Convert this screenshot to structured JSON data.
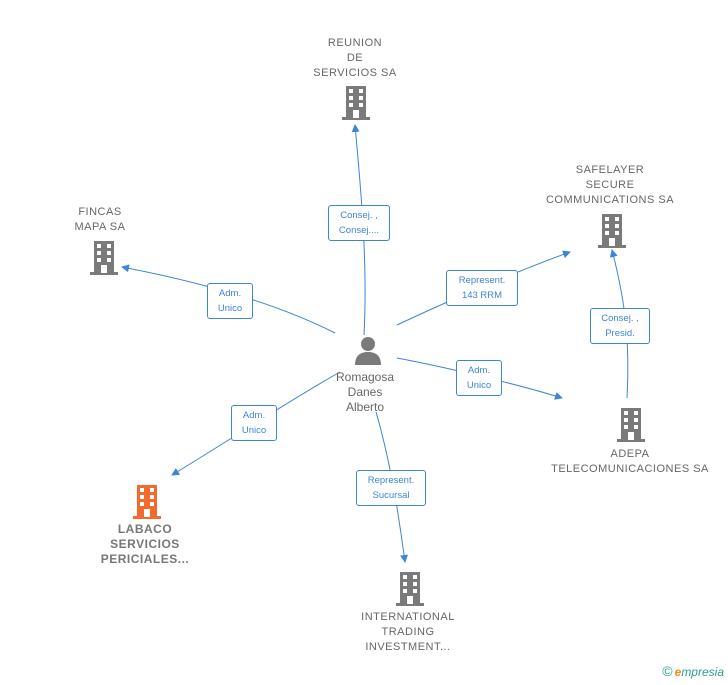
{
  "center": {
    "name": [
      "Romagosa",
      "Danes",
      "Alberto"
    ]
  },
  "nodes": {
    "reunion": [
      "REUNION",
      "DE",
      "SERVICIOS SA"
    ],
    "safelayer": [
      "SAFELAYER",
      "SECURE",
      "COMMUNICATIONS SA"
    ],
    "fincas": [
      "FINCAS",
      "MAPA SA"
    ],
    "adepa": [
      "ADEPA",
      "TELECOMUNICACIONES SA"
    ],
    "labaco": [
      "LABACO",
      "SERVICIOS",
      "PERICIALES..."
    ],
    "international": [
      "INTERNATIONAL",
      "TRADING",
      "INVESTMENT..."
    ]
  },
  "edges": {
    "reunion": [
      "Consej. ,",
      "Consej...."
    ],
    "safelayer": [
      "Represent.",
      "143 RRM"
    ],
    "fincas": [
      "Adm.",
      "Unico"
    ],
    "adepa": [
      "Adm.",
      "Unico"
    ],
    "labaco": [
      "Adm.",
      "Unico"
    ],
    "international": [
      "Represent.",
      "Sucursal"
    ],
    "adepa_safelayer": [
      "Consej. ,",
      "Presid."
    ]
  },
  "colors": {
    "edge": "#3d85d6",
    "building": "#7a7a7a",
    "highlight": "#f26a2e"
  },
  "brand": {
    "copyright": "©",
    "name_first": "e",
    "name_rest": "mpresia"
  }
}
